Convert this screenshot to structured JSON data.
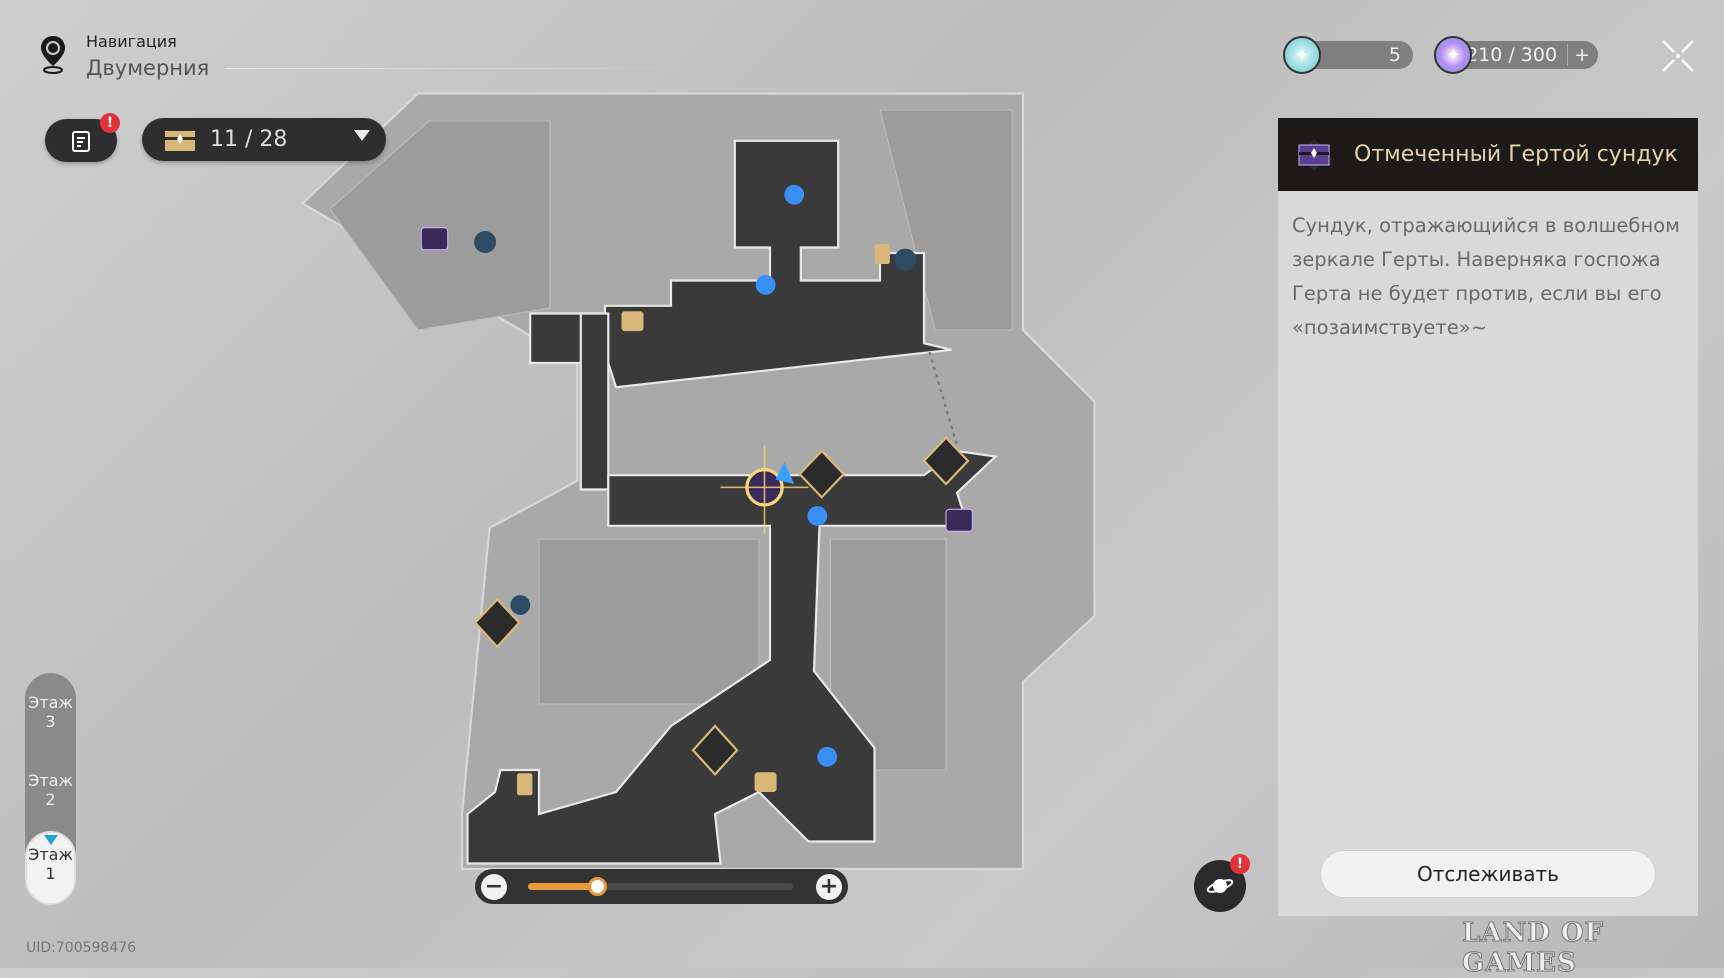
{
  "header": {
    "section": "Навигация",
    "location": "Двумерния"
  },
  "chest_counter": {
    "value": "11 / 28"
  },
  "tasks": {
    "badge": "!"
  },
  "currency": [
    {
      "name": "stellar-jade-fuel",
      "value": "5"
    },
    {
      "name": "trailblaze-power",
      "value": "210 / 300",
      "add": "+"
    }
  ],
  "panel": {
    "title": "Отмеченный Гертой сундук",
    "description": "Сундук, отражающийся в волшебном зеркале Герты. Наверняка госпожа Герта не будет против, если вы его «позаимствуете»~",
    "track_label": "Отслеживать"
  },
  "floors": [
    {
      "label": "Этаж",
      "num": "3"
    },
    {
      "label": "Этаж",
      "num": "2"
    },
    {
      "label": "Этаж",
      "num": "1",
      "active": true
    }
  ],
  "zoom": {
    "minus": "−",
    "plus": "+",
    "level_fraction": 0.26
  },
  "planet": {
    "badge": "!"
  },
  "uid": "UID:700598476",
  "watermark": "LAND OF GAMES",
  "colors": {
    "accent": "#e8993a",
    "corridor": "#3a3a3a",
    "panel_title": "#e6d3a8"
  }
}
